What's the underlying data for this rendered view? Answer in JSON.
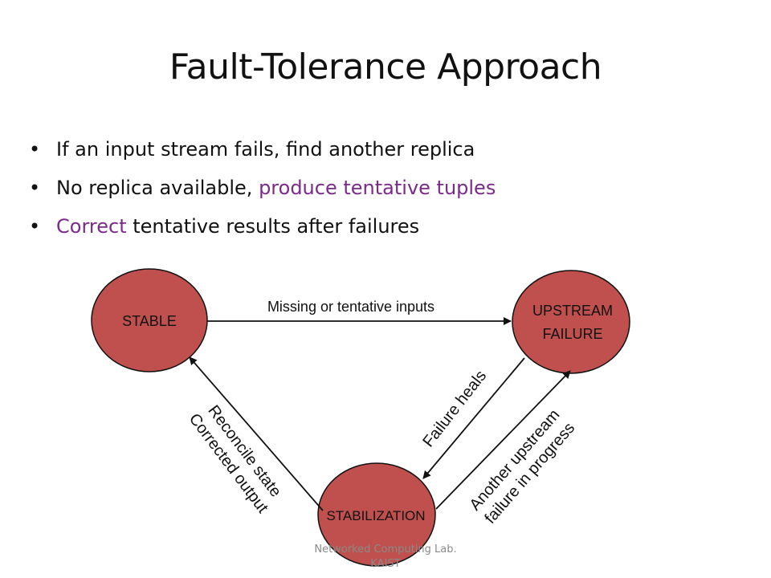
{
  "slide": {
    "title": "Fault-Tolerance Approach",
    "bullets": [
      {
        "text": "If an input stream fails, find another replica"
      },
      {
        "pre": "No replica available, ",
        "accent": "produce tentative tuples"
      },
      {
        "accent": "Correct",
        "post": " tentative results after failures"
      }
    ],
    "footer": {
      "line1": "Networked Computing Lab.",
      "line2": "KAIST"
    }
  },
  "diagram": {
    "nodes": {
      "stable": "STABLE",
      "upstream_line1": "UPSTREAM",
      "upstream_line2": "FAILURE",
      "stabilization": "STABILIZATION"
    },
    "edges": {
      "missing_inputs": "Missing or tentative inputs",
      "failure_heals": "Failure heals",
      "reconcile_line1": "Reconcile state",
      "reconcile_line2": "Corrected output",
      "another_line1": "Another upstream",
      "another_line2": "failure in progress"
    },
    "colors": {
      "node_fill": "#c0504d",
      "node_stroke": "#111111",
      "accent_text": "#7b2a8b"
    }
  }
}
